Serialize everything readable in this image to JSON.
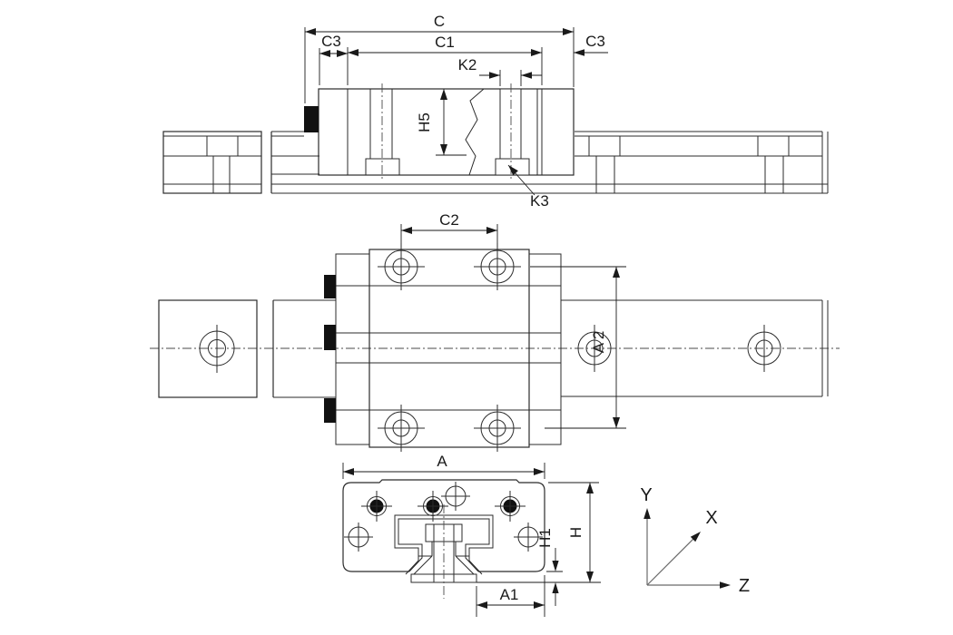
{
  "drawing": {
    "side_view": {
      "labels": {
        "c": "C",
        "c1": "C1",
        "c3_left": "C3",
        "c3_right": "C3",
        "k2": "K2",
        "k3": "K3",
        "h5": "H5"
      }
    },
    "plan_view": {
      "labels": {
        "c2": "C2",
        "a2": "A 2"
      }
    },
    "front_view": {
      "labels": {
        "a": "A",
        "a1": "A1",
        "h1": "H1",
        "h": "H"
      }
    },
    "axes": {
      "x": "X",
      "y": "Y",
      "z": "Z"
    },
    "colors": {
      "line": "#2b2b2b",
      "section_fill": "#d5d5d5",
      "seal_fill": "#111111",
      "background": "#ffffff"
    }
  }
}
